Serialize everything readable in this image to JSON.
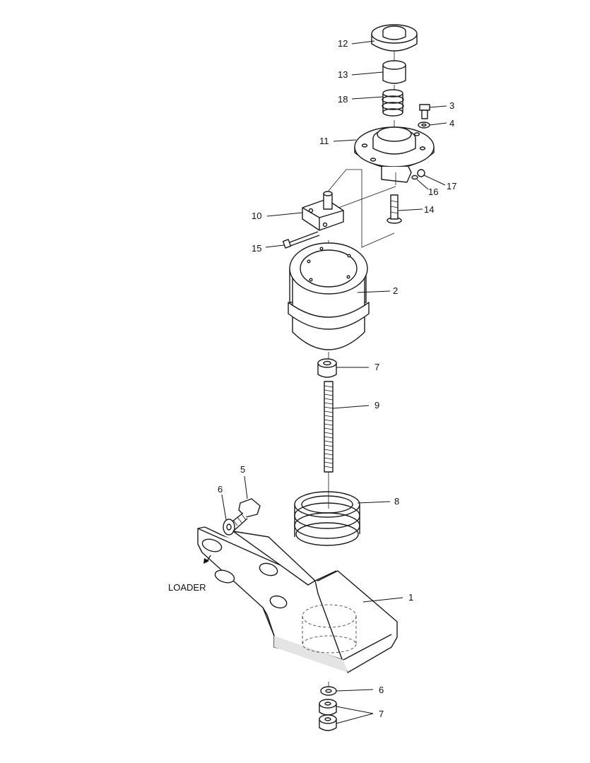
{
  "diagram": {
    "callouts": [
      {
        "id": "12",
        "text": "12"
      },
      {
        "id": "13",
        "text": "13"
      },
      {
        "id": "18",
        "text": "18"
      },
      {
        "id": "3",
        "text": "3"
      },
      {
        "id": "4",
        "text": "4"
      },
      {
        "id": "11",
        "text": "11"
      },
      {
        "id": "17",
        "text": "17"
      },
      {
        "id": "16",
        "text": "16"
      },
      {
        "id": "14",
        "text": "14"
      },
      {
        "id": "10",
        "text": "10"
      },
      {
        "id": "15",
        "text": "15"
      },
      {
        "id": "2",
        "text": "2"
      },
      {
        "id": "7a",
        "text": "7"
      },
      {
        "id": "9",
        "text": "9"
      },
      {
        "id": "5",
        "text": "5"
      },
      {
        "id": "6a",
        "text": "6"
      },
      {
        "id": "8",
        "text": "8"
      },
      {
        "id": "1",
        "text": "1"
      },
      {
        "id": "6b",
        "text": "6"
      },
      {
        "id": "7b",
        "text": "7"
      }
    ],
    "direction_label": "LOADER"
  }
}
